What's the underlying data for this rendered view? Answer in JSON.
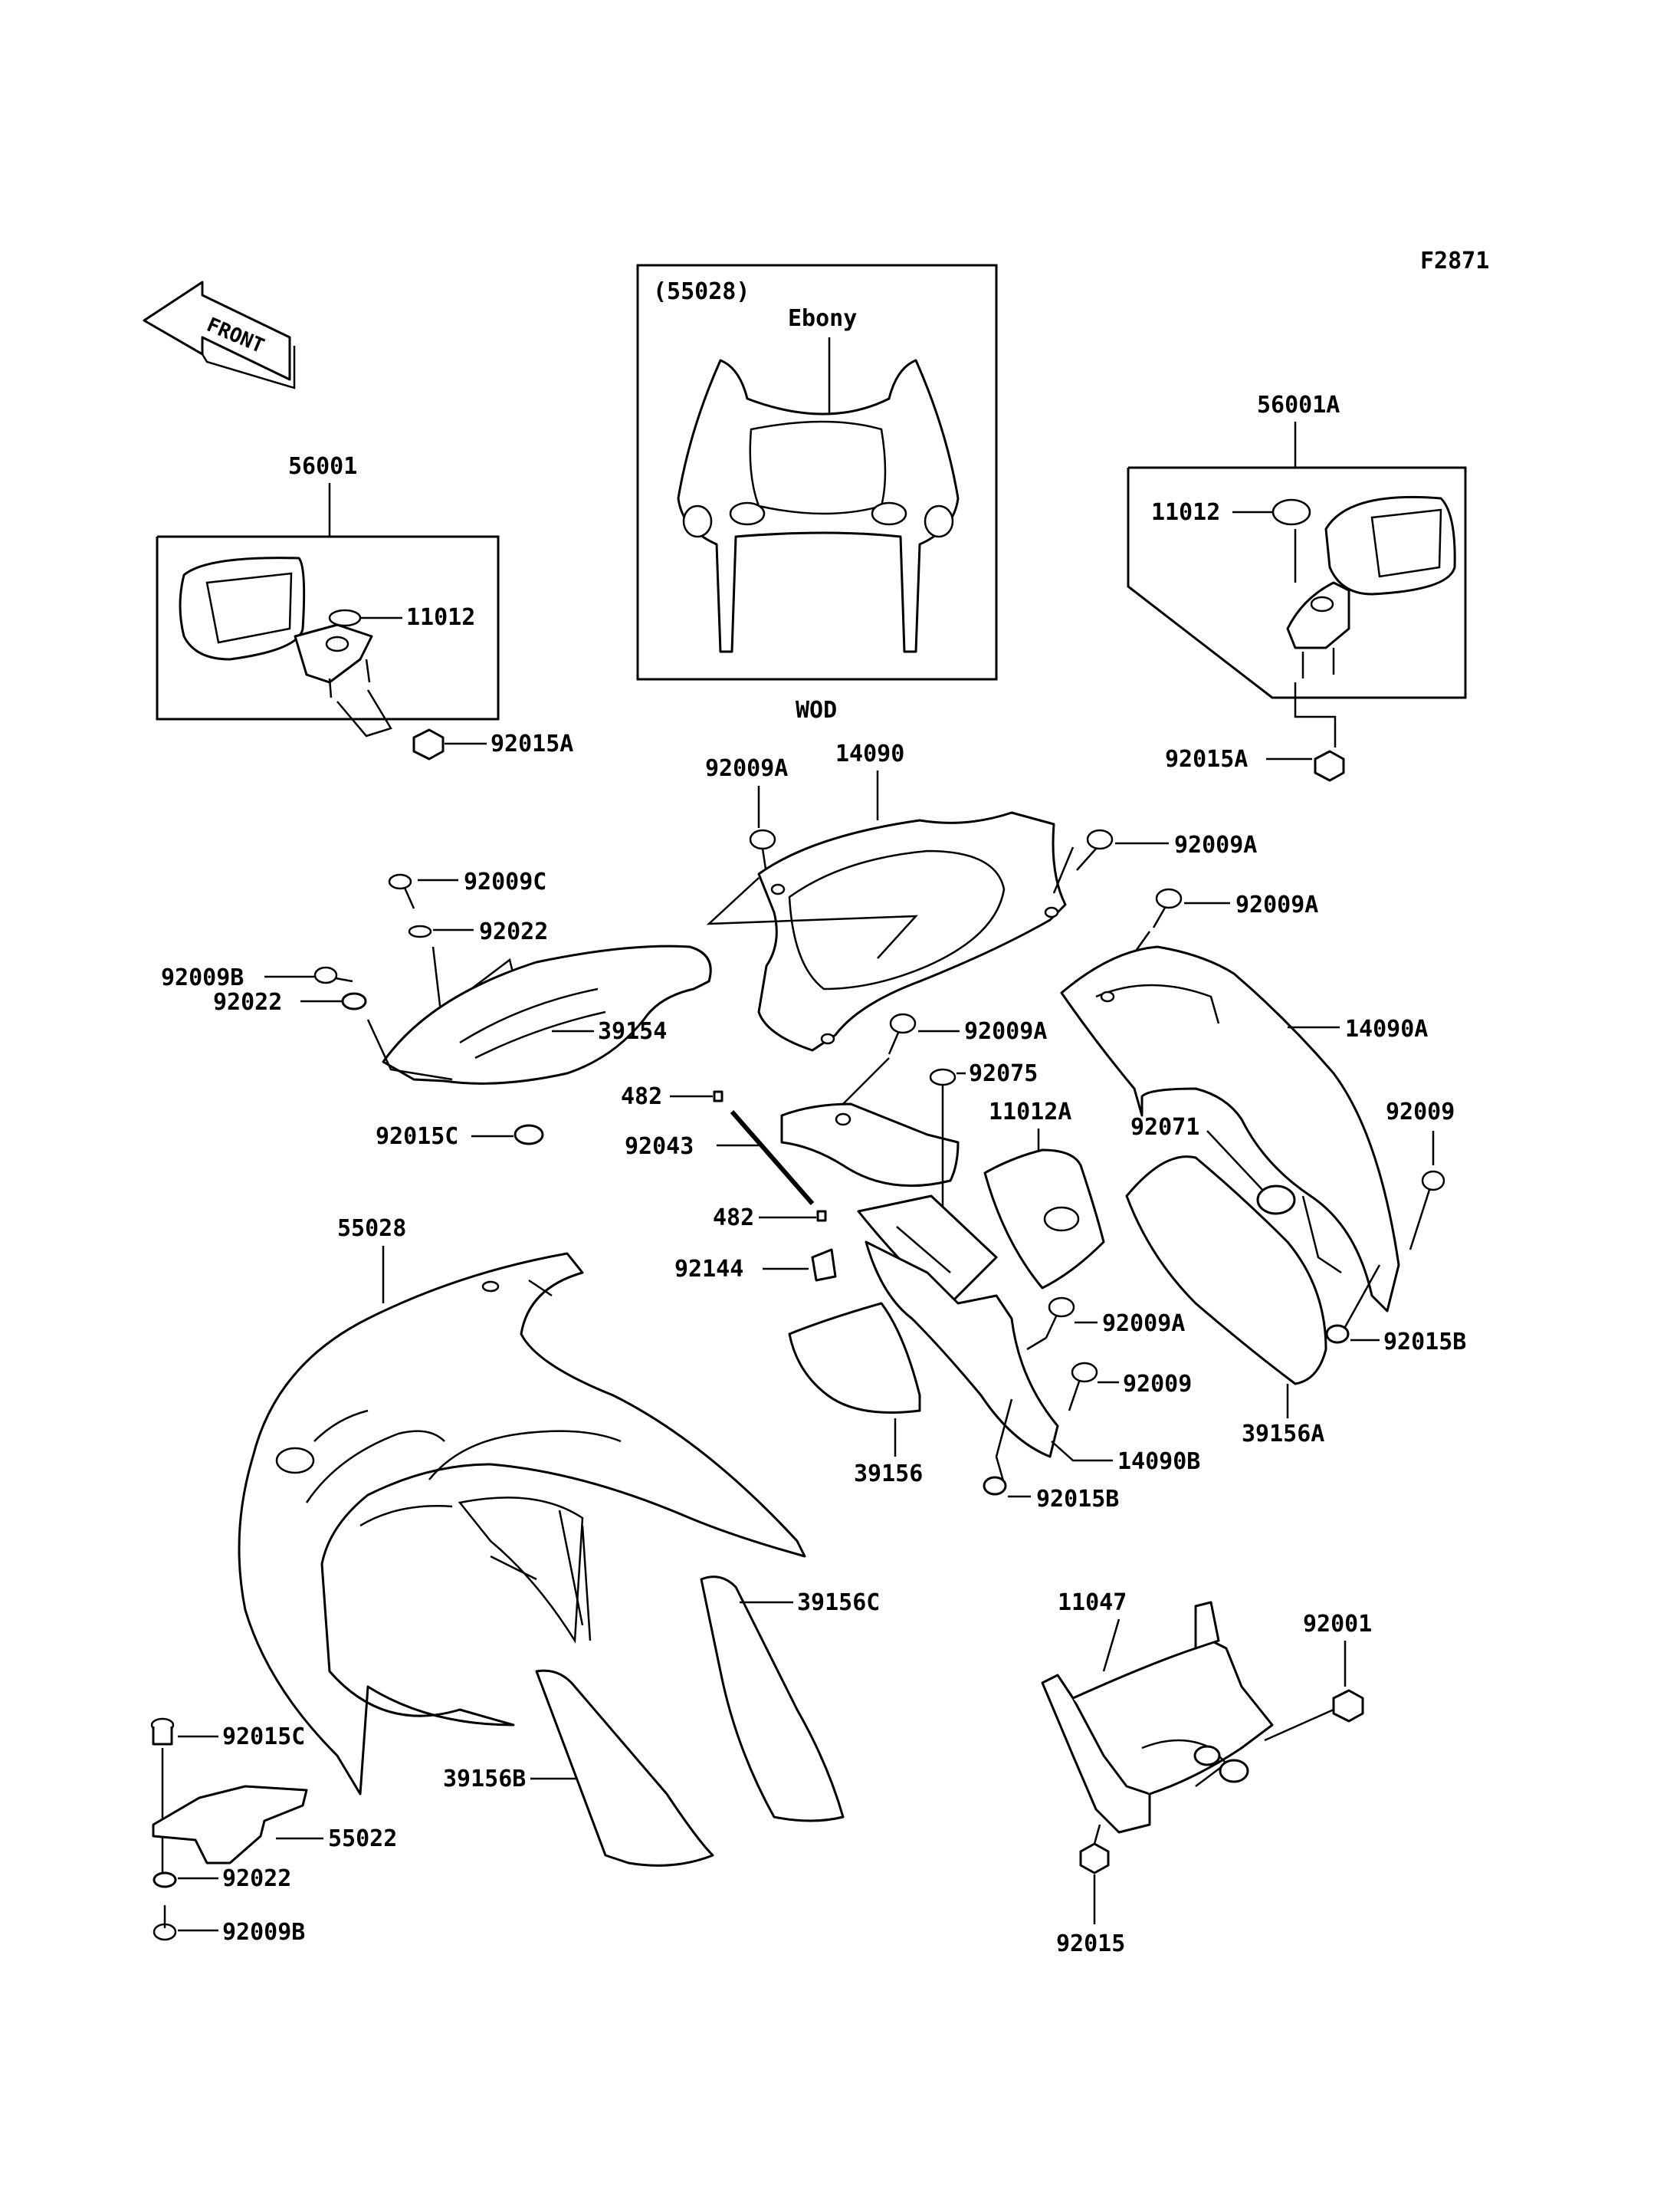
{
  "figure_code": "F2871",
  "front_label": "FRONT",
  "inset": {
    "ref": "(55028)",
    "color": "Ebony",
    "caption": "WOD"
  },
  "labels": {
    "l56001": "56001",
    "l56001A": "56001A",
    "l11012_left": "11012",
    "l11012_right": "11012",
    "l92015A_left": "92015A",
    "l92015A_right": "92015A",
    "l92009A_1": "92009A",
    "l14090": "14090",
    "l92009A_2": "92009A",
    "l92009A_3": "92009A",
    "l92009C": "92009C",
    "l92022_1": "92022",
    "l92009B_1": "92009B",
    "l92022_2": "92022",
    "l39154": "39154",
    "l92015C_1": "92015C",
    "l14090A": "14090A",
    "l92009A_4": "92009A",
    "l92075": "92075",
    "l482_1": "482",
    "l92043": "92043",
    "l482_2": "482",
    "l11012A": "11012A",
    "l92071": "92071",
    "l92009_1": "92009",
    "l92144": "92144",
    "l55028": "55028",
    "l92015B_1": "92015B",
    "l92009A_5": "92009A",
    "l92009_2": "92009",
    "l39156A": "39156A",
    "l14090B": "14090B",
    "l39156": "39156",
    "l92015B_2": "92015B",
    "l39156C": "39156C",
    "l11047": "11047",
    "l92001": "92001",
    "l92015C_2": "92015C",
    "l39156B": "39156B",
    "l55022": "55022",
    "l92022_3": "92022",
    "l92009B_2": "92009B",
    "l92015": "92015"
  }
}
